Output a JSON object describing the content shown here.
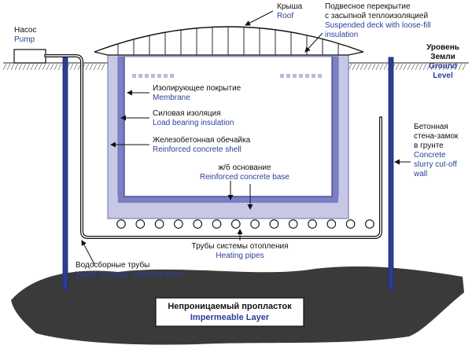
{
  "colors": {
    "shell": "#c6c8e6",
    "shell_stroke": "#6a6fa8",
    "insulation": "#7b7fc3",
    "pipe": "#2d3d92",
    "ground": "#d2d2d2",
    "earth": "#3a3a3a",
    "text_ru": "#111111",
    "text_en": "#2b3f9a"
  },
  "labels": {
    "pump": {
      "ru": "Насос",
      "en": "Pump"
    },
    "roof": {
      "ru": "Крыша",
      "en": "Roof"
    },
    "suspended_deck": {
      "ru_1": "Подвесное перекрытие",
      "ru_2": "с засыпной теплоизоляцией",
      "en_1": "Suspended deck with loose-fill",
      "en_2": "insulation"
    },
    "ground_level": {
      "ru_1": "Уровень",
      "ru_2": "Земли",
      "en_1": "Ground",
      "en_2": "Level"
    },
    "membrane": {
      "ru": "Изолирующее покрытие",
      "en": "Membrane"
    },
    "load_bearing": {
      "ru": "Силовая изоляция",
      "en": "Load bearing insulation"
    },
    "concrete_shell": {
      "ru": "Железобетонная обечайка",
      "en": "Reinforced concrete shell"
    },
    "concrete_base": {
      "ru": "ж/б основание",
      "en": "Reinforced concrete base"
    },
    "slurry_wall": {
      "ru_1": "Бетонная",
      "ru_2": "стена-замок",
      "ru_3": "в грунте",
      "en_1": "Concrete",
      "en_2": "slurry cut-off",
      "en_3": "wall"
    },
    "heating_pipes": {
      "ru": "Трубы системы отопления",
      "en": "Heating pipes"
    },
    "seepage_pipes": {
      "ru": "Водосборные трубы",
      "en": "Water seepage collection pipes"
    },
    "impermeable": {
      "ru": "Непроницаемый пропласток",
      "en": "Impermeable Layer"
    }
  }
}
